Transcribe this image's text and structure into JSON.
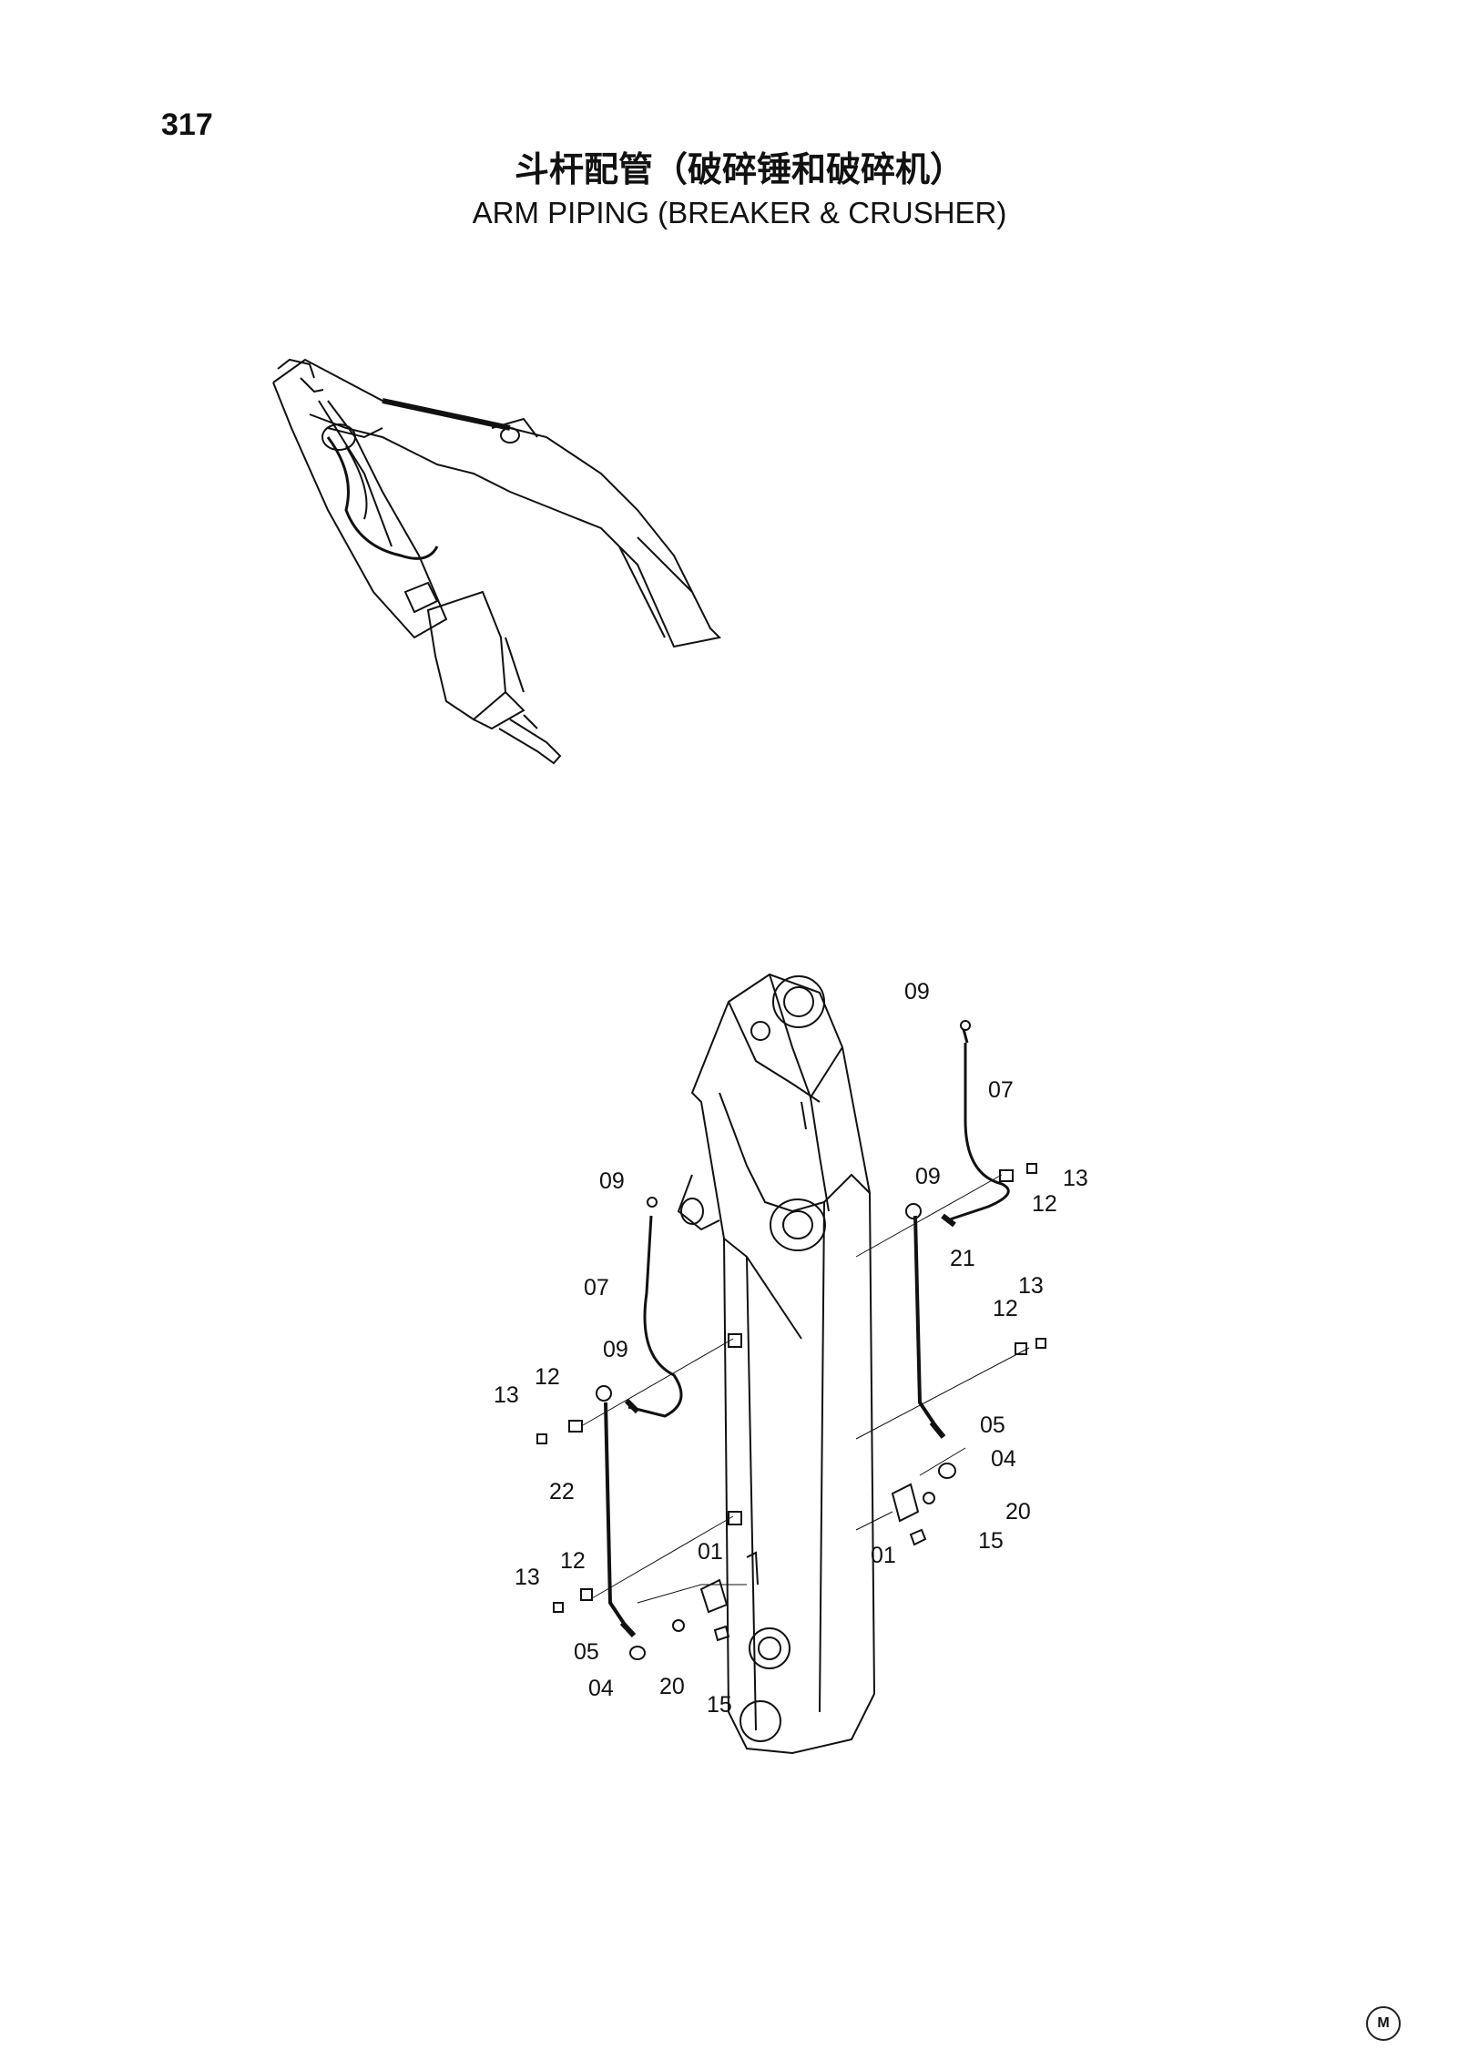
{
  "header": {
    "page_number": "317",
    "title_cn": "斗杆配管（破碎锤和破碎机）",
    "title_en": "ARM PIPING (BREAKER & CRUSHER)"
  },
  "diagram": {
    "overview_caption": "",
    "part_labels": [
      "09",
      "07",
      "13",
      "12",
      "09",
      "21",
      "13",
      "12",
      "05",
      "04",
      "20",
      "15",
      "01",
      "09",
      "07",
      "09",
      "12",
      "13",
      "22",
      "12",
      "13",
      "05",
      "04",
      "20",
      "01",
      "15"
    ]
  },
  "footer": {
    "mark": "M"
  },
  "colors": {
    "line": "#111111",
    "background": "#ffffff"
  }
}
